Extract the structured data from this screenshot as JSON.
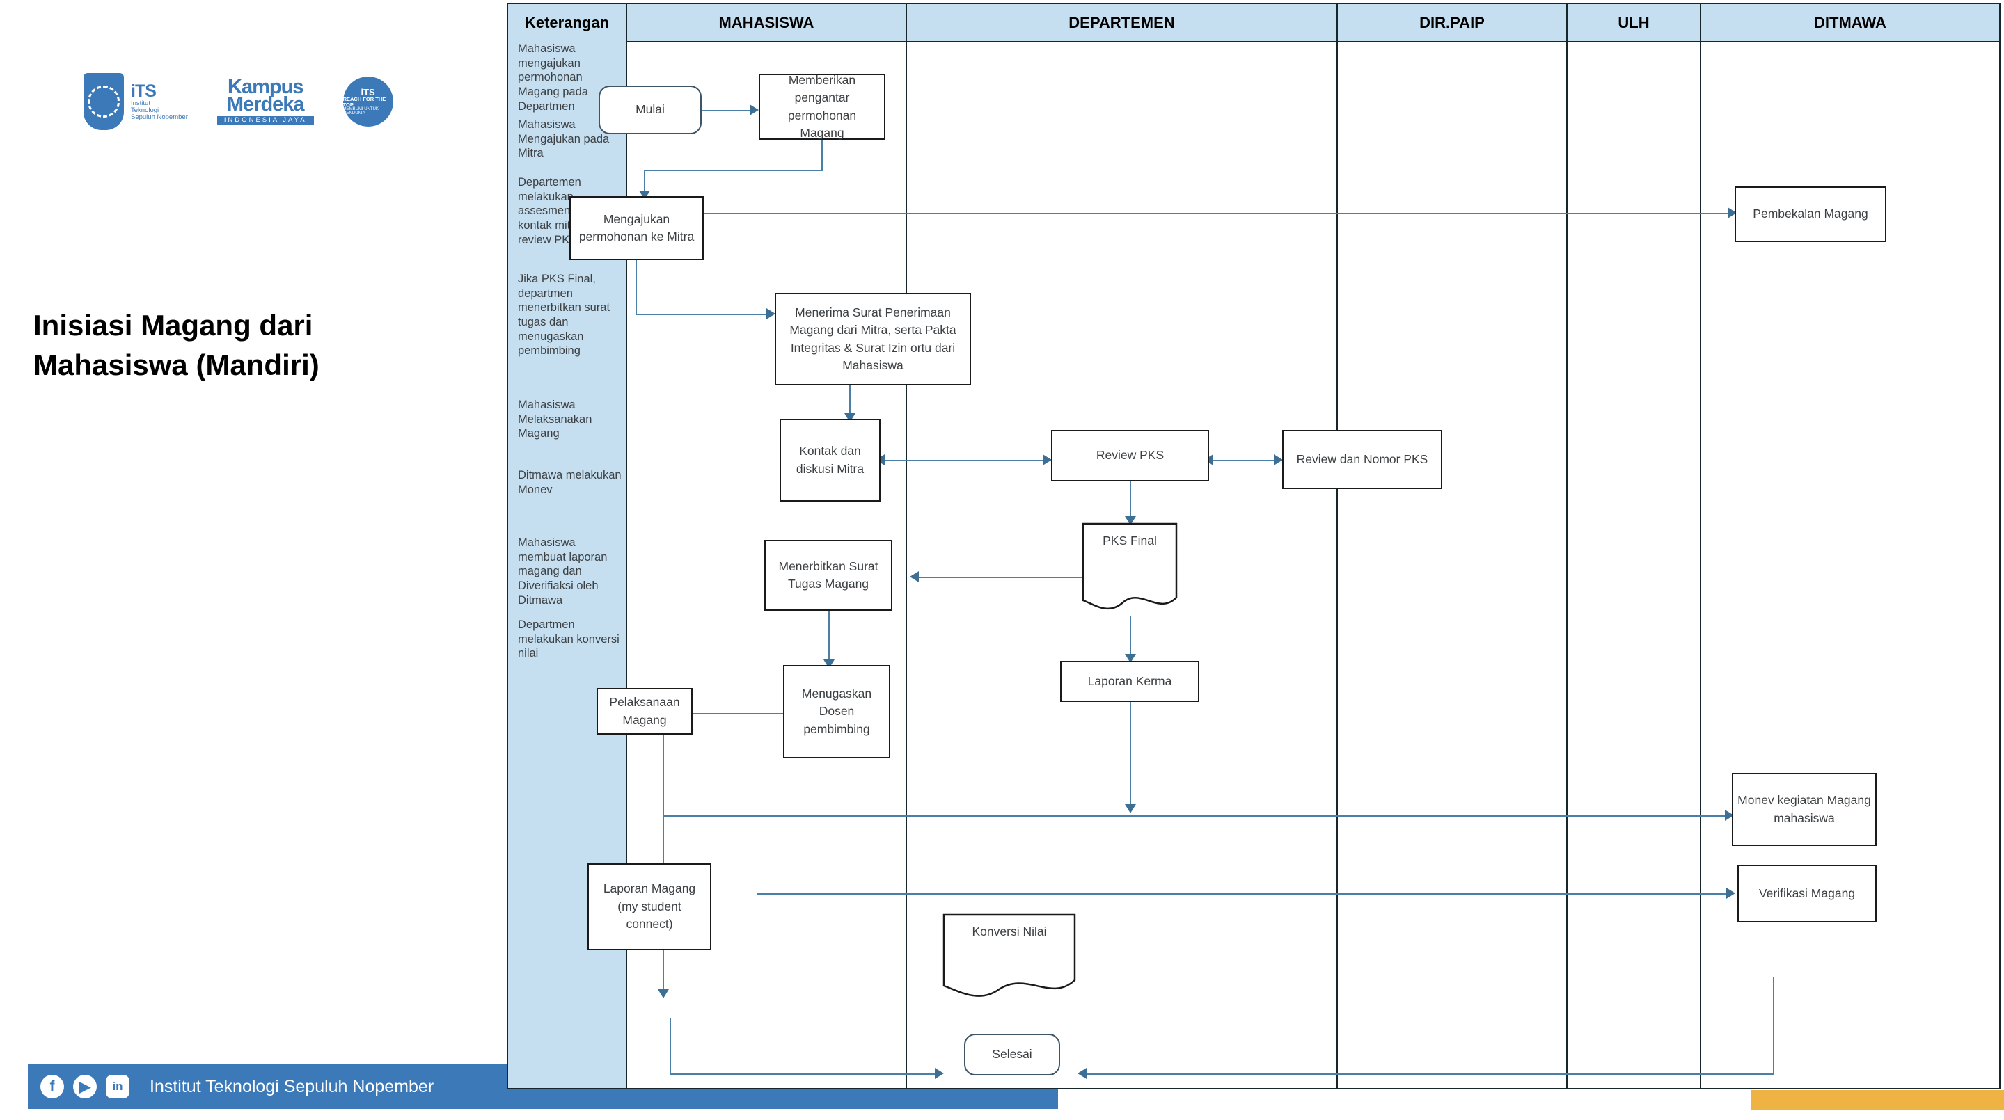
{
  "brand": {
    "its_abbr": "iTS",
    "its_name_line1": "Institut",
    "its_name_line2": "Teknologi",
    "its_name_line3": "Sepuluh Nopember",
    "kampus_line1": "Kampus",
    "kampus_line2": "Merdeka",
    "kampus_tagline": "INDONESIA JAYA",
    "seal_line1": "iTS",
    "seal_line2": "REACH FOR THE TOP",
    "seal_line3": "MEMBUMI UNTUK MENDUNIA"
  },
  "title": "Inisiasi Magang dari Mahasiswa (Mandiri)",
  "footer": {
    "text": "Institut Teknologi Sepuluh Nopember",
    "icons": [
      "facebook-icon",
      "youtube-icon",
      "linkedin-icon"
    ],
    "bar_color": "#3b79b8",
    "accent_color": "#efb344"
  },
  "chart_data": {
    "type": "flowchart",
    "title": "Inisiasi Magang dari Mahasiswa (Mandiri)",
    "header_color": "#c5dff0",
    "connector_color": "#4a7fa8",
    "lanes": [
      {
        "key": "keterangan",
        "label": "Keterangan"
      },
      {
        "key": "mahasiswa",
        "label": "MAHASISWA"
      },
      {
        "key": "departemen",
        "label": "DEPARTEMEN"
      },
      {
        "key": "dirpaip",
        "label": "DIR.PAIP"
      },
      {
        "key": "ulh",
        "label": "ULH"
      },
      {
        "key": "ditmawa",
        "label": "DITMAWA"
      }
    ],
    "descriptions": [
      "Mahasiswa mengajukan permohonan Magang pada Departmen",
      "Mahasiswa Mengajukan pada Mitra",
      "Departemen melakukan assesment dan kontak mitra utk review PKS",
      "Jika PKS Final, departmen menerbitkan surat tugas dan menugaskan pembimbing",
      "Mahasiswa Melaksanakan Magang",
      "Ditmawa melakukan Monev",
      "Mahasiswa membuat laporan magang dan Diverifiaksi oleh Ditmawa",
      "Departmen melakukan konversi nilai"
    ],
    "nodes": [
      {
        "id": "mulai",
        "label": "Mulai",
        "lane": "mahasiswa",
        "shape": "rounded"
      },
      {
        "id": "pengantar",
        "label": "Memberikan pengantar permohonan Magang",
        "lane": "departemen",
        "shape": "rect"
      },
      {
        "id": "mengajukan-mitra",
        "label": "Mengajukan permohonan ke Mitra",
        "lane": "mahasiswa",
        "shape": "rect"
      },
      {
        "id": "pembekalan",
        "label": "Pembekalan Magang",
        "lane": "ditmawa",
        "shape": "rect"
      },
      {
        "id": "menerima-surat",
        "label": "Menerima Surat Penerimaan Magang  dari Mitra, serta Pakta Integritas  & Surat Izin ortu dari Mahasiswa",
        "lane": "departemen",
        "shape": "rect"
      },
      {
        "id": "kontak-mitra",
        "label": "Kontak dan diskusi Mitra",
        "lane": "departemen",
        "shape": "rect"
      },
      {
        "id": "review-pks",
        "label": "Review PKS",
        "lane": "dirpaip",
        "shape": "rect"
      },
      {
        "id": "review-nomor",
        "label": "Review dan Nomor PKS",
        "lane": "ulh",
        "shape": "rect"
      },
      {
        "id": "surat-tugas",
        "label": "Menerbitkan Surat Tugas Magang",
        "lane": "departemen",
        "shape": "rect"
      },
      {
        "id": "pks-final",
        "label": "PKS Final",
        "lane": "dirpaip",
        "shape": "document"
      },
      {
        "id": "pelaksanaan",
        "label": "Pelaksanaan Magang",
        "lane": "mahasiswa",
        "shape": "rect"
      },
      {
        "id": "menugaskan-dosen",
        "label": "Menugaskan Dosen pembimbing",
        "lane": "departemen",
        "shape": "rect"
      },
      {
        "id": "laporan-kerma",
        "label": "Laporan Kerma",
        "lane": "dirpaip",
        "shape": "rect"
      },
      {
        "id": "monev",
        "label": "Monev kegiatan Magang mahasiswa",
        "lane": "ditmawa",
        "shape": "rect"
      },
      {
        "id": "laporan-magang",
        "label": "Laporan Magang (my student connect)",
        "lane": "mahasiswa",
        "shape": "rect"
      },
      {
        "id": "verifikasi",
        "label": "Verifikasi Magang",
        "lane": "ditmawa",
        "shape": "rect"
      },
      {
        "id": "konversi",
        "label": "Konversi Nilai",
        "lane": "departemen",
        "shape": "document"
      },
      {
        "id": "selesai",
        "label": "Selesai",
        "lane": "departemen",
        "shape": "rounded"
      }
    ],
    "edges": [
      {
        "from": "mulai",
        "to": "pengantar"
      },
      {
        "from": "pengantar",
        "to": "mengajukan-mitra"
      },
      {
        "from": "mengajukan-mitra",
        "to": "pembekalan"
      },
      {
        "from": "mengajukan-mitra",
        "to": "menerima-surat"
      },
      {
        "from": "menerima-surat",
        "to": "kontak-mitra"
      },
      {
        "from": "kontak-mitra",
        "to": "review-pks",
        "bidirectional": true
      },
      {
        "from": "review-pks",
        "to": "review-nomor",
        "bidirectional": true
      },
      {
        "from": "review-pks",
        "to": "pks-final"
      },
      {
        "from": "pks-final",
        "to": "surat-tugas"
      },
      {
        "from": "pks-final",
        "to": "laporan-kerma"
      },
      {
        "from": "surat-tugas",
        "to": "menugaskan-dosen"
      },
      {
        "from": "menugaskan-dosen",
        "to": "pelaksanaan"
      },
      {
        "from": "laporan-kerma",
        "to": "monev"
      },
      {
        "from": "pelaksanaan",
        "to": "monev"
      },
      {
        "from": "pelaksanaan",
        "to": "laporan-magang"
      },
      {
        "from": "laporan-magang",
        "to": "verifikasi"
      },
      {
        "from": "laporan-magang",
        "to": "konversi"
      },
      {
        "from": "verifikasi",
        "to": "konversi"
      },
      {
        "from": "konversi",
        "to": "selesai"
      }
    ]
  }
}
